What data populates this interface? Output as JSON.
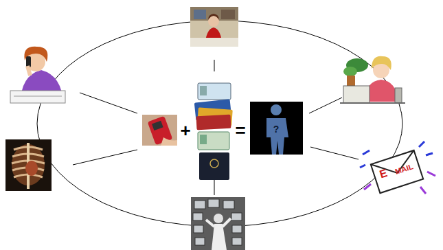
{
  "diagram": {
    "labels": [
      "+",
      "=",
      "?",
      "E",
      "MAIL"
    ]
  }
}
